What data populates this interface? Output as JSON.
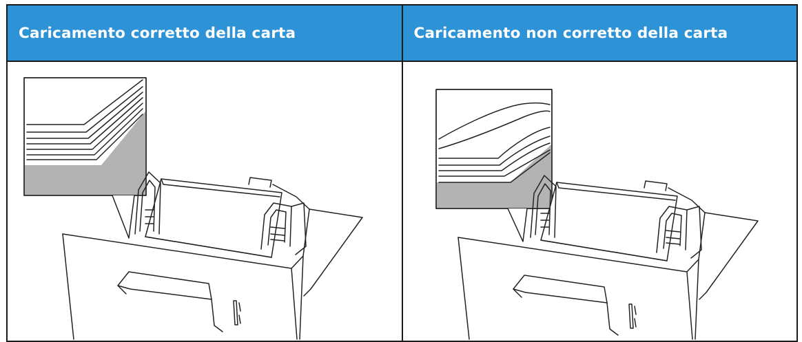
{
  "table": {
    "headers": [
      "Caricamento corretto della carta",
      "Caricamento non corretto della carta"
    ]
  },
  "illustrations": {
    "left": {
      "icon": "paper-tray-correct-loading-illustration"
    },
    "right": {
      "icon": "paper-tray-incorrect-loading-illustration"
    }
  },
  "colors": {
    "header_bg": "#2e93d6",
    "header_text": "#ffffff",
    "border": "#1a1a1a",
    "inset_fill": "#b3b3b3"
  }
}
